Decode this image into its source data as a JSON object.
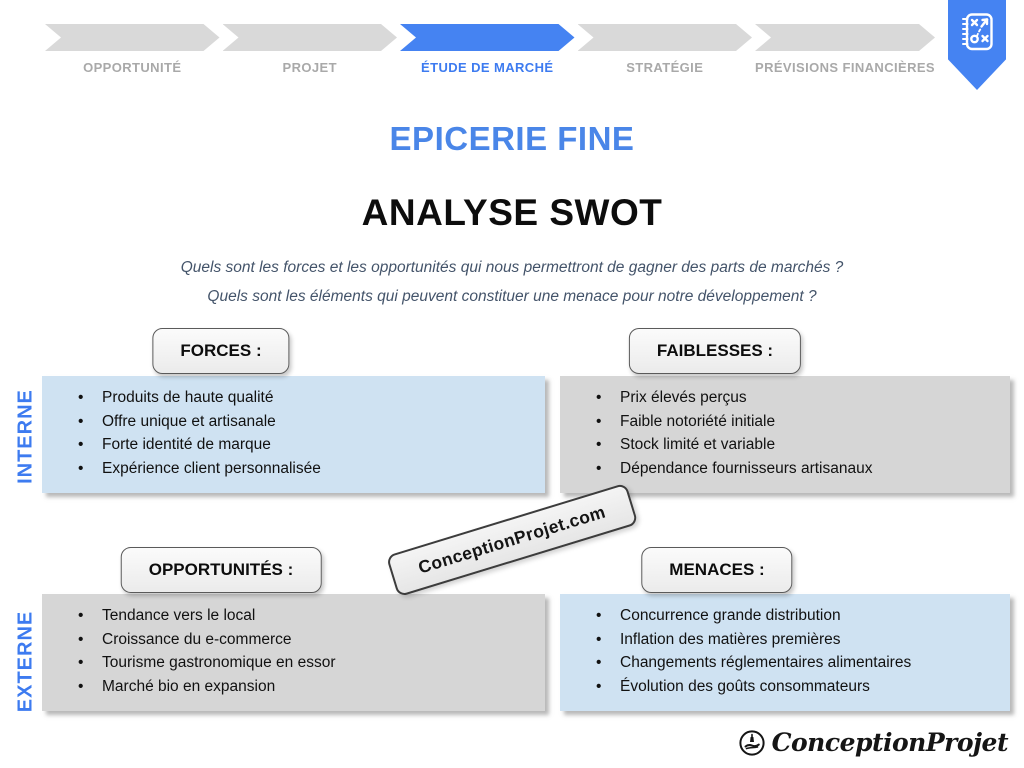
{
  "process_bar": {
    "steps": [
      {
        "label": "OPPORTUNITÉ",
        "active": false
      },
      {
        "label": "PROJET",
        "active": false
      },
      {
        "label": "ÉTUDE DE MARCHÉ",
        "active": true
      },
      {
        "label": "STRATÉGIE",
        "active": false
      },
      {
        "label": "PRÉVISIONS FINANCIÈRES",
        "active": false
      }
    ]
  },
  "icons": {
    "ribbon": "strategy-notebook-icon",
    "footer": "hand-logo-icon"
  },
  "titles": {
    "main": "EPICERIE FINE",
    "section": "ANALYSE SWOT"
  },
  "questions": [
    "Quels sont les forces et les opportunités qui nous permettront de gagner des parts de marchés ?",
    "Quels sont les éléments qui peuvent constituer une menace pour notre développement ?"
  ],
  "row_labels": {
    "internal": "INTERNE",
    "external": "EXTERNE"
  },
  "quadrants": {
    "forces": {
      "title": "FORCES :",
      "items": [
        "Produits de haute qualité",
        "Offre unique et artisanale",
        "Forte identité de marque",
        "Expérience client personnalisée"
      ]
    },
    "faiblesses": {
      "title": "FAIBLESSES :",
      "items": [
        "Prix élevés perçus",
        "Faible notoriété initiale",
        "Stock limité et variable",
        "Dépendance fournisseurs artisanaux"
      ]
    },
    "opportunites": {
      "title": "OPPORTUNITÉS :",
      "items": [
        "Tendance vers le local",
        "Croissance du e-commerce",
        "Tourisme gastronomique en essor",
        "Marché bio en expansion"
      ]
    },
    "menaces": {
      "title": "MENACES :",
      "items": [
        "Concurrence grande distribution",
        "Inflation des matières premières",
        "Changements réglementaires alimentaires",
        "Évolution des goûts consommateurs"
      ]
    }
  },
  "watermark": {
    "text": "ConceptionProjet.com"
  },
  "footer": {
    "brand": "ConceptionProjet"
  },
  "colors": {
    "accent_blue": "#4583f2",
    "label_blue": "#3d7bf0",
    "title_blue": "#4a86e8",
    "inactive_chevron": "#d9d9d9",
    "inactive_label": "#a9a9a9",
    "light_blue_box": "#cfe2f2",
    "gray_box": "#d6d6d6",
    "question_text": "#44546a"
  }
}
